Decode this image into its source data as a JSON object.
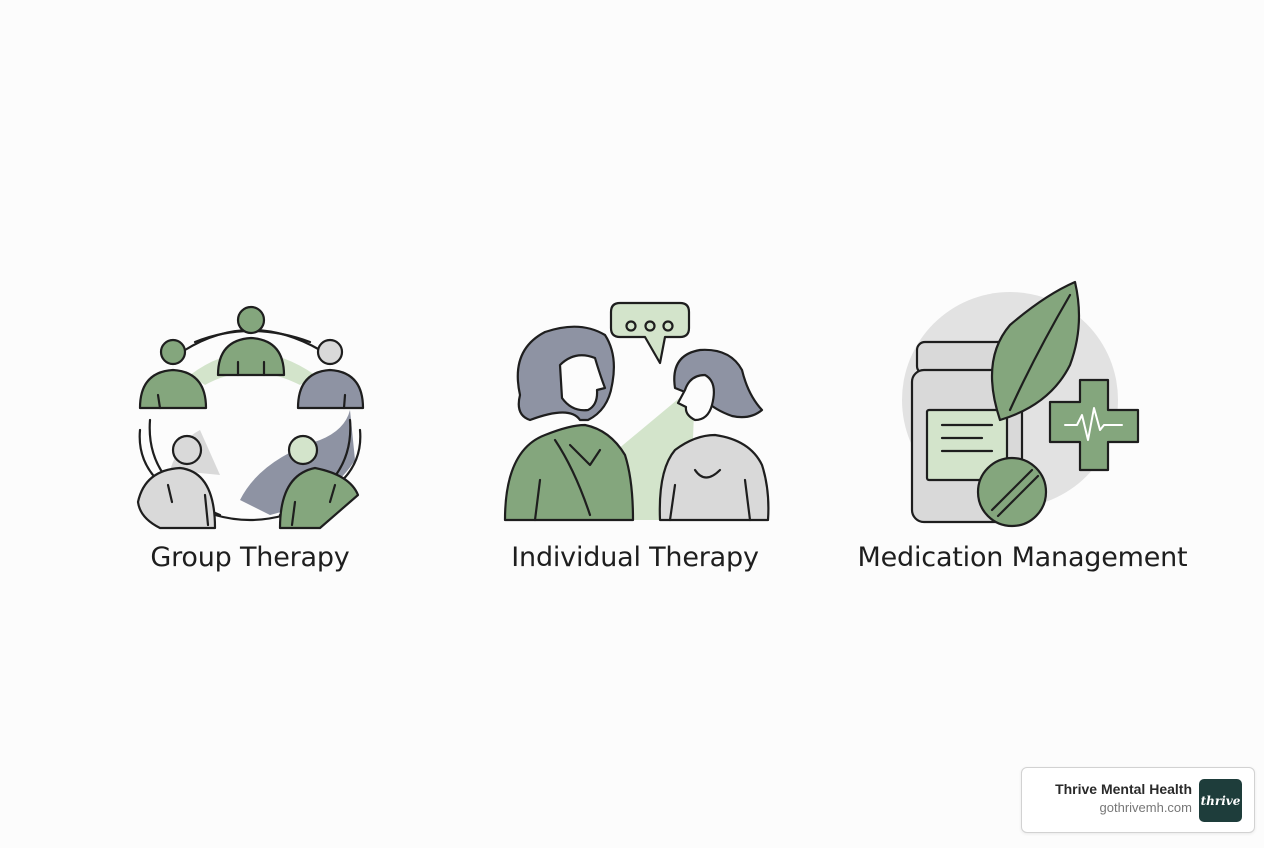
{
  "services": {
    "group": {
      "label": "Group Therapy",
      "icon": "group-therapy-icon"
    },
    "individual": {
      "label": "Individual Therapy",
      "icon": "individual-therapy-icon"
    },
    "medication": {
      "label": "Medication Management",
      "icon": "medication-management-icon"
    }
  },
  "brand": {
    "name": "Thrive Mental Health",
    "url": "gothrivemh.com",
    "logo_text": "thrive",
    "logo_color": "#1e3d3b"
  },
  "palette": {
    "sage_green": "#84a67d",
    "light_green": "#d3e4cb",
    "slate_gray": "#8e93a3",
    "light_gray": "#d9d9d9",
    "outline": "#1e1e1e"
  }
}
